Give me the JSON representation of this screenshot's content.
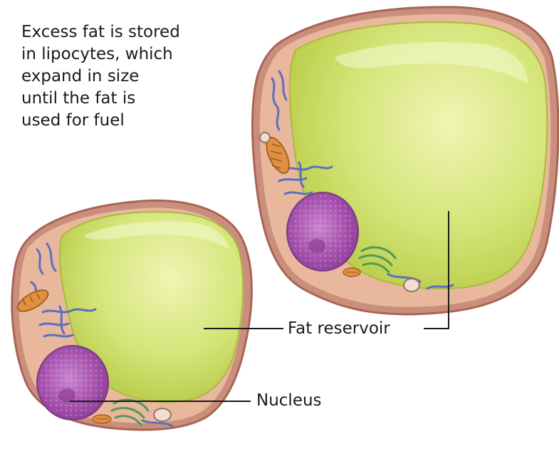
{
  "caption": {
    "lines": [
      "Excess fat is stored",
      "in lipocytes, which",
      "expand in size",
      "until the fat is",
      "used for fuel"
    ]
  },
  "labels": {
    "fat_reservoir": "Fat reservoir",
    "nucleus": "Nucleus"
  },
  "colors": {
    "membrane": "#b9786a",
    "cytoplasm": "#e9b79c",
    "fat_droplet": "#c8da5a",
    "fat_highlight": "#e9f2a6",
    "nucleus": "#a24fa6",
    "mitochondria": "#d9892e",
    "endoplasmic_reticulum": "#5c6fc0",
    "golgi": "#4f9a5a",
    "leader_line": "#1a1a1a"
  }
}
